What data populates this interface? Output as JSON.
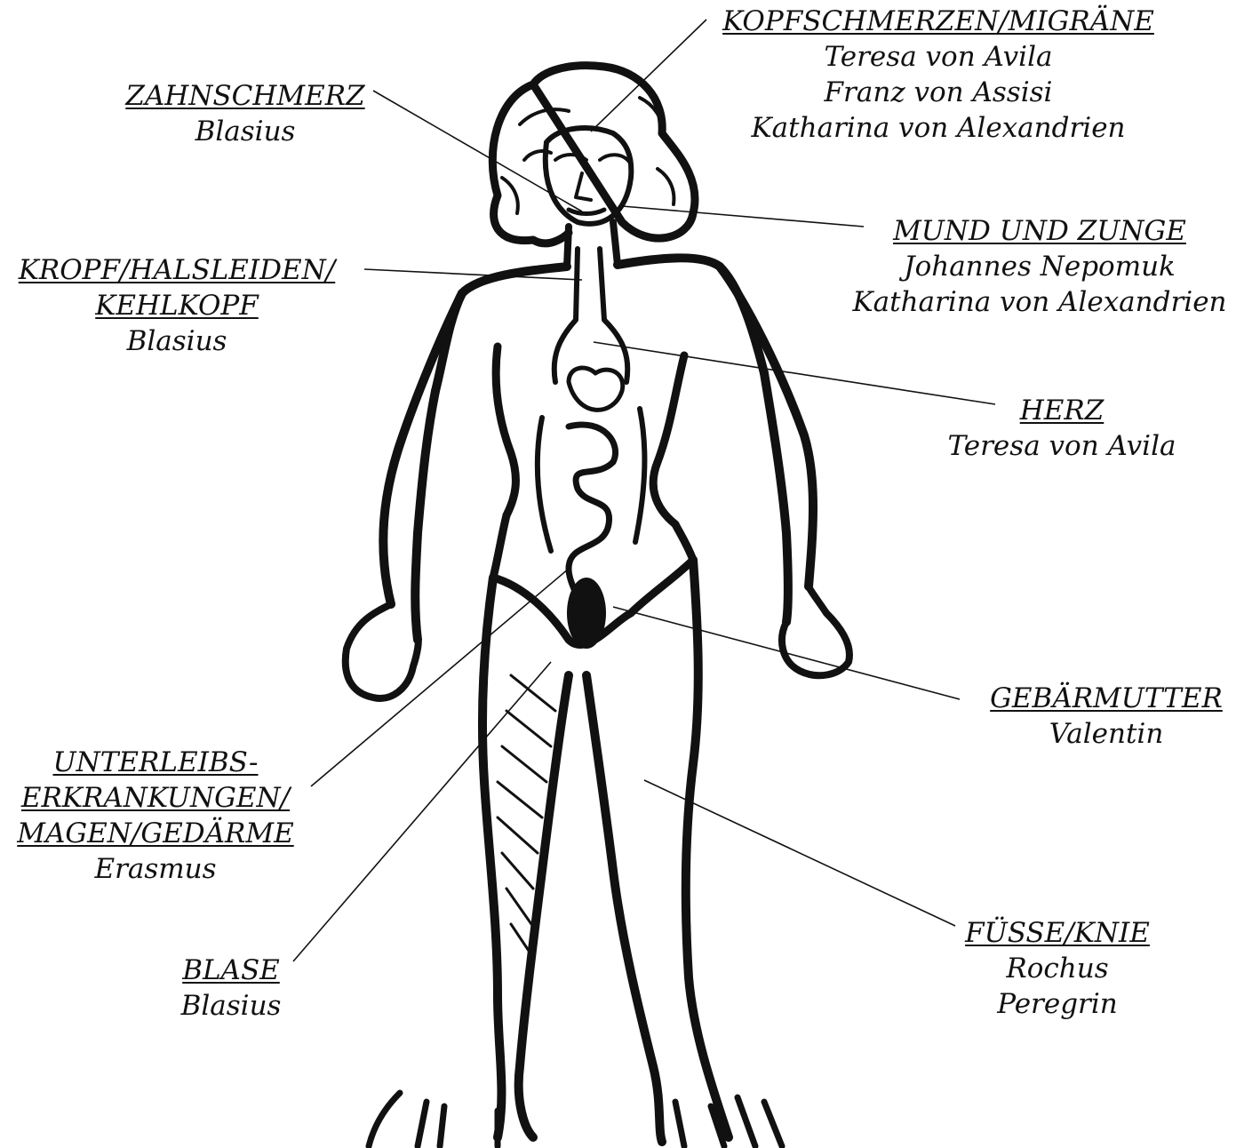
{
  "labels": {
    "kopf": {
      "heading": "KOPFSCHMERZEN/MIGRÄNE",
      "saints": [
        "Teresa von Avila",
        "Franz von Assisi",
        "Katharina von Alexandrien"
      ]
    },
    "zahn": {
      "heading": "ZAHNSCHMERZ",
      "saints": [
        "Blasius"
      ]
    },
    "mund": {
      "heading": "MUND UND ZUNGE",
      "saints": [
        "Johannes Nepomuk",
        "Katharina von Alexandrien"
      ]
    },
    "kropf": {
      "heading_lines": [
        "KROPF/HALSLEIDEN/",
        "KEHLKOPF"
      ],
      "saints": [
        "Blasius"
      ]
    },
    "herz": {
      "heading": "HERZ",
      "saints": [
        "Teresa von Avila"
      ]
    },
    "gebaer": {
      "heading": "GEBÄRMUTTER",
      "saints": [
        "Valentin"
      ]
    },
    "unterleib": {
      "heading_lines": [
        "UNTERLEIBS-",
        "ERKRANKUNGEN/",
        "MAGEN/GEDÄRME"
      ],
      "saints": [
        "Erasmus"
      ]
    },
    "fuesse": {
      "heading": "FÜSSE/KNIE",
      "saints": [
        "Rochus",
        "Peregrin"
      ]
    },
    "blase": {
      "heading": "BLASE",
      "saints": [
        "Blasius"
      ]
    }
  },
  "colors": {
    "ink": "#111111",
    "background": "#ffffff"
  }
}
